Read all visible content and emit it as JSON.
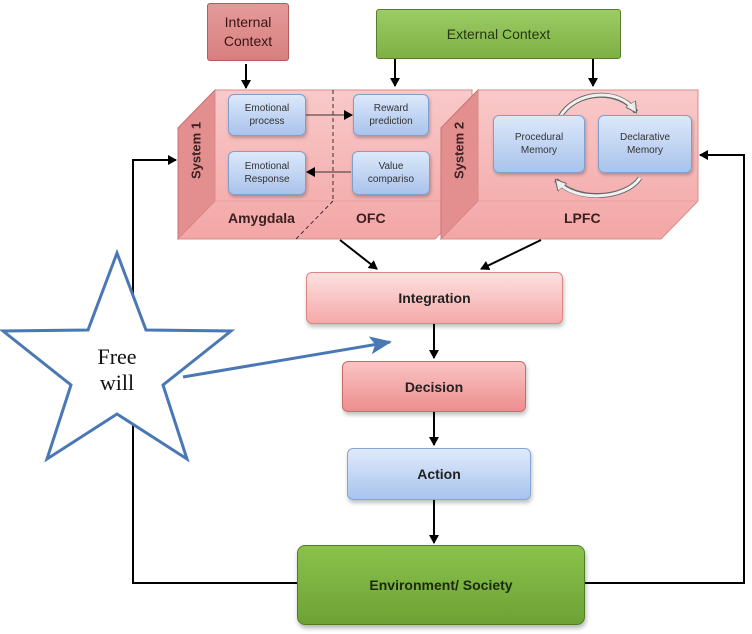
{
  "nodes": {
    "internal_context": "Internal\nContext",
    "external_context": "External Context",
    "emotional_process": "Emotional\nprocess",
    "reward_prediction": "Reward\nprediction",
    "emotional_response": "Emotional\nResponse",
    "value_comparison": "Value\ncompariso",
    "procedural_memory": "Procedural\nMemory",
    "declarative_memory": "Declarative\nMemory",
    "integration": "Integration",
    "decision": "Decision",
    "action": "Action",
    "environment": "Environment/ Society"
  },
  "labels": {
    "system1": "System 1",
    "system2": "System 2",
    "amygdala": "Amygdala",
    "ofc": "OFC",
    "lpfc": "LPFC",
    "free_will": "Free\nwill"
  },
  "colors": {
    "arrow": "#000000",
    "star_outline": "#4a78b5",
    "block_face": "#f7b8b8",
    "block_side": "#e48f8f"
  }
}
